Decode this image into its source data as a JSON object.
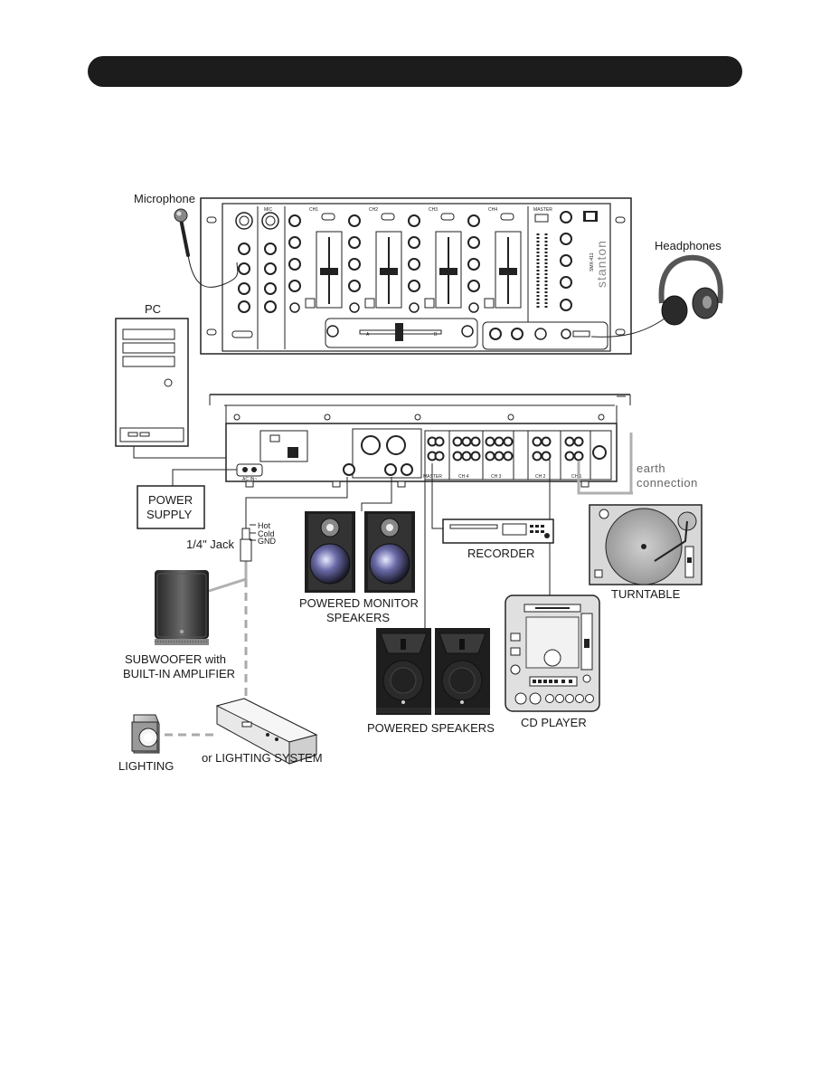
{
  "devices": {
    "microphone": "Microphone",
    "headphones": "Headphones",
    "pc": "PC",
    "power_supply_line1": "POWER",
    "power_supply_line2": "SUPPLY",
    "jack": "1/4\" Jack",
    "jack_hot": "Hot",
    "jack_cold": "Cold",
    "jack_gnd": "GND",
    "earth_line1": "earth",
    "earth_line2": "connection",
    "recorder": "RECORDER",
    "turntable": "TURNTABLE",
    "monitor_line1": "POWERED MONITOR",
    "monitor_line2": "SPEAKERS",
    "subwoofer_line1": "SUBWOOFER with",
    "subwoofer_line2": "BUILT-IN AMPLIFIER",
    "cd_player": "CD PLAYER",
    "powered_speakers": "POWERED SPEAKERS",
    "lighting": "LIGHTING",
    "lighting_system": "or LIGHTING SYSTEM"
  },
  "mixer_front": {
    "brand": "stanton",
    "model": "SMX-411",
    "mic_label": "MIC",
    "channels": [
      "CH1",
      "CH2",
      "CH3",
      "CH4"
    ],
    "master_label": "MASTER",
    "crossfader_a": "A",
    "crossfader_b": "B"
  },
  "mixer_rear": {
    "ac_in": "AC IN~",
    "master_label": "MASTER",
    "channels": [
      "CH 4",
      "CH 3",
      "CH 2",
      "CH 1"
    ]
  },
  "colors": {
    "header_bar": "#1c1c1c",
    "line": "#222222",
    "cable_grey": "#b0b0b0",
    "cable_dashed": "#aaaaaa",
    "speaker_dark": "#1e1e1e"
  }
}
